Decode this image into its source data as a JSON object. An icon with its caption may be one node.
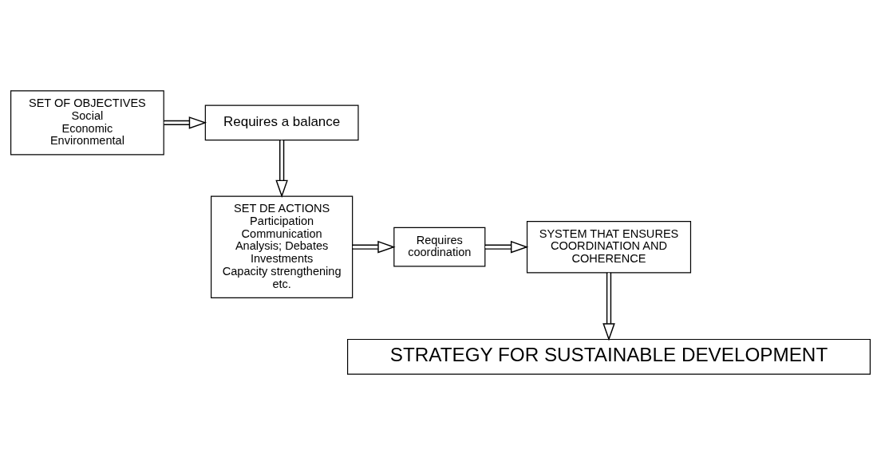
{
  "diagram": {
    "nodes": [
      {
        "text": [
          "SET OF OBJECTIVES",
          "Social",
          "Economic",
          "Environmental"
        ]
      },
      {
        "text": [
          "Requires a balance"
        ]
      },
      {
        "text": [
          "SET DE ACTIONS",
          "Participation",
          "Communication",
          "Analysis; Debates",
          "Investments",
          "Capacity strengthening",
          "etc."
        ]
      },
      {
        "text": [
          "Requires coordination"
        ]
      },
      {
        "text": [
          "SYSTEM THAT ENSURES COORDINATION AND COHERENCE"
        ]
      },
      {
        "text": [
          "STRATEGY FOR SUSTAINABLE DEVELOPMENT"
        ]
      }
    ],
    "edges": [
      {
        "from": 0,
        "to": 1,
        "arrow": "to"
      },
      {
        "from": 1,
        "to": 2,
        "arrow": "to"
      },
      {
        "from": 2,
        "to": 3,
        "arrow": "to"
      },
      {
        "from": 3,
        "to": 4,
        "arrow": "to"
      },
      {
        "from": 4,
        "to": 5,
        "arrow": "to"
      }
    ]
  }
}
